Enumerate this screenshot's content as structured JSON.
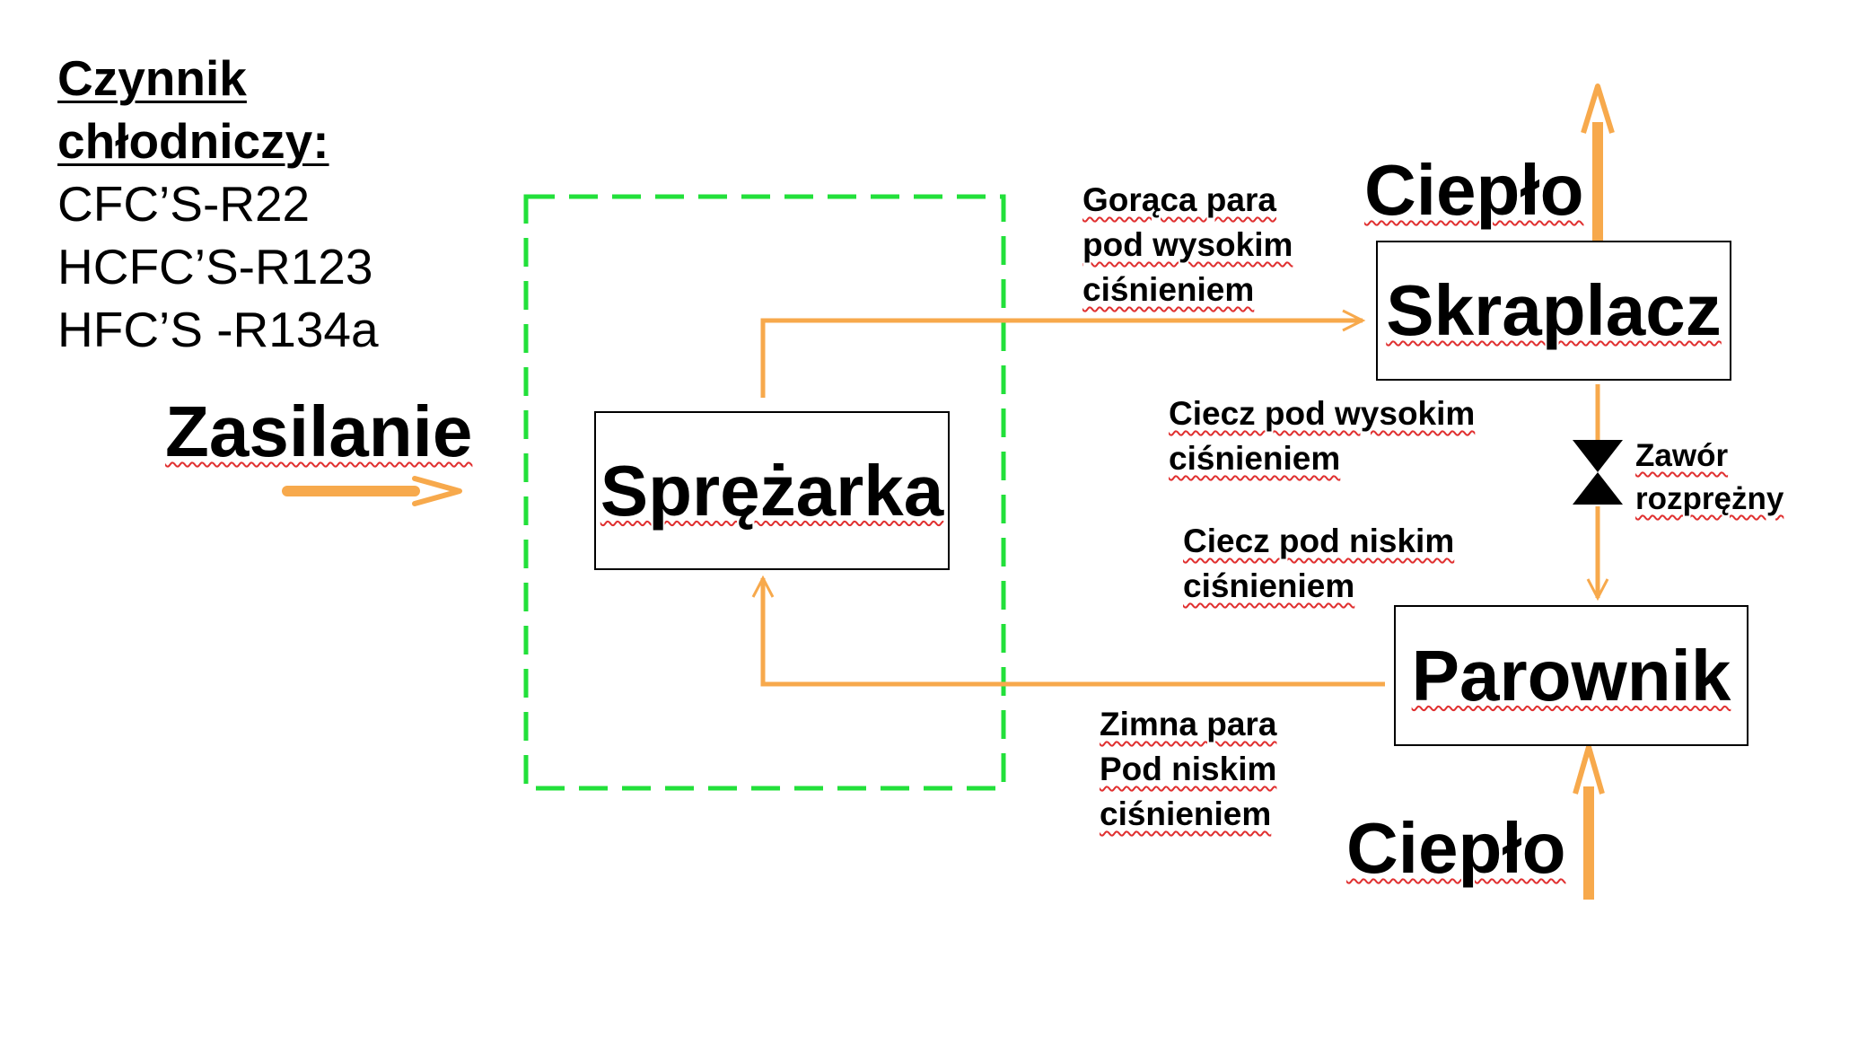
{
  "refrigerant": {
    "title_line1": "Czynnik",
    "title_line2": "chłodniczy:",
    "items": [
      "CFC’S-R22",
      "HCFC’S-R123",
      "HFC’S -R134a"
    ]
  },
  "power": {
    "label": "Zasilanie"
  },
  "components": {
    "compressor": "Sprężarka",
    "condenser": "Skraplacz",
    "evaporator": "Parownik",
    "valve_line1": "Zawór",
    "valve_line2": "rozprężny"
  },
  "heat": {
    "top": "Ciepło",
    "bottom": "Ciepło"
  },
  "flows": {
    "hot_vapor": [
      "Gorąca para",
      "pod wysokim",
      "ciśnieniem"
    ],
    "hp_liquid": [
      "Ciecz pod wysokim",
      "ciśnieniem"
    ],
    "lp_liquid": [
      "Ciecz pod niskim",
      "ciśnieniem"
    ],
    "cold_vapor": [
      "Zimna para",
      "Pod niskim",
      "ciśnieniem"
    ]
  },
  "colors": {
    "flow": "#f7a94c",
    "boundary": "#22e03a",
    "squiggle": "#e03030"
  }
}
